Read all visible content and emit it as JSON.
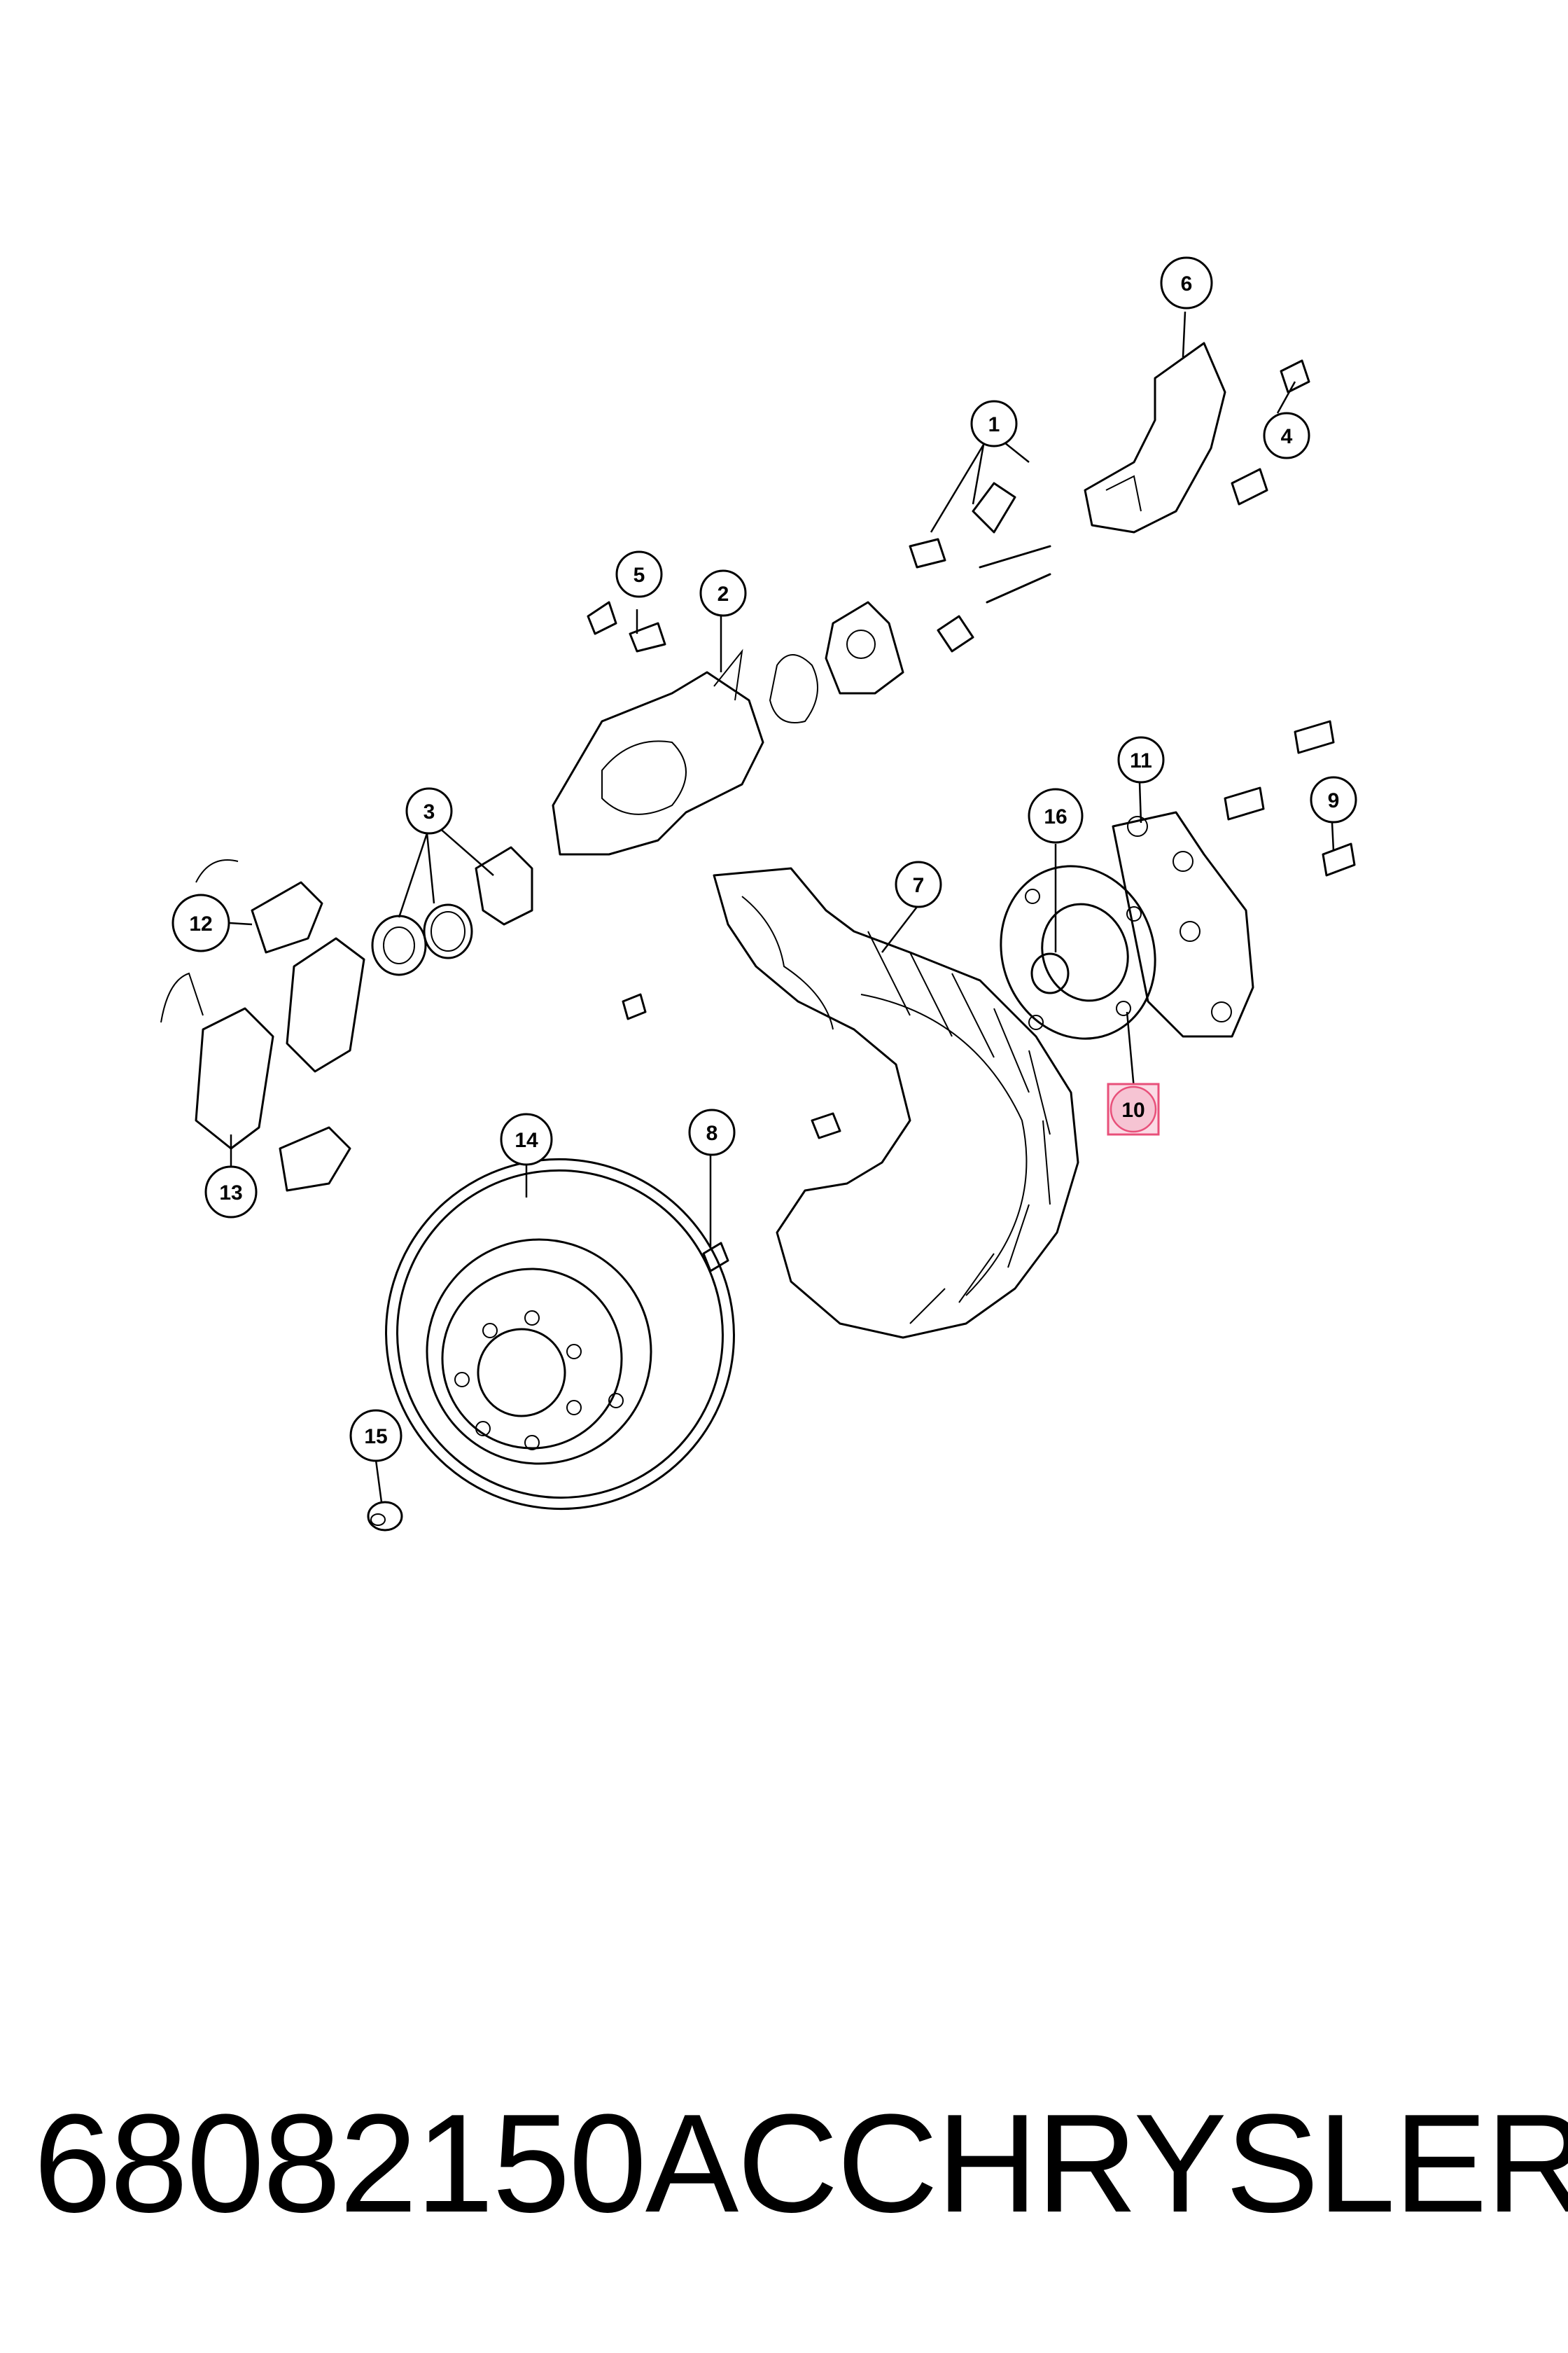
{
  "diagram": {
    "callouts": [
      {
        "id": "c1",
        "label": "1"
      },
      {
        "id": "c2",
        "label": "2"
      },
      {
        "id": "c3",
        "label": "3"
      },
      {
        "id": "c4",
        "label": "4"
      },
      {
        "id": "c5",
        "label": "5"
      },
      {
        "id": "c6",
        "label": "6"
      },
      {
        "id": "c7",
        "label": "7"
      },
      {
        "id": "c8",
        "label": "8"
      },
      {
        "id": "c9",
        "label": "9"
      },
      {
        "id": "c10",
        "label": "10",
        "highlighted": true
      },
      {
        "id": "c11",
        "label": "11"
      },
      {
        "id": "c12",
        "label": "12"
      },
      {
        "id": "c13",
        "label": "13"
      },
      {
        "id": "c14",
        "label": "14"
      },
      {
        "id": "c15",
        "label": "15"
      },
      {
        "id": "c16",
        "label": "16"
      }
    ],
    "highlight_color": "#e8507a"
  },
  "footer": {
    "part_number": "68082150AC",
    "brand": "CHRYSLER"
  }
}
